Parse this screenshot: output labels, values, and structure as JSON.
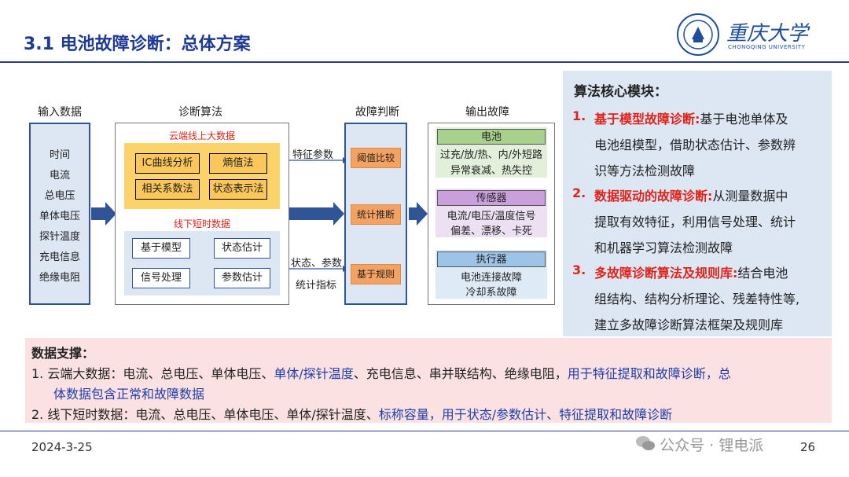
{
  "title": "3.1 电池故障诊断：总体方案",
  "logo_text": "重庆大学",
  "logo_sub": "CHONGQING UNIVERSITY",
  "flow": {
    "input_label": "输入数据",
    "algo_label": "诊断算法",
    "judge_label": "故障判断",
    "output_label": "输出故障",
    "inputs": [
      "时间",
      "电流",
      "总电压",
      "单体电压",
      "探针温度",
      "充电信息",
      "绝缘电阻"
    ],
    "cloud_title": "云端线上大数据",
    "cloud_methods": [
      "IC曲线分析",
      "熵值法",
      "相关系数法",
      "状态表示法"
    ],
    "offline_title": "线下短时数据",
    "offline_left": [
      "基于模型",
      "信号处理"
    ],
    "offline_right": [
      "状态估计",
      "参数估计"
    ],
    "arrow_feature": "特征参数",
    "arrow_state1": "状态、参数",
    "arrow_state2": "统计指标",
    "judges": [
      "阈值比较",
      "统计推断",
      "基于规则"
    ],
    "outputs": [
      {
        "head": "电池",
        "lines": [
          "过充/放/热、内/外短路",
          "异常衰减、热失控"
        ],
        "color": "#a9d18e"
      },
      {
        "head": "传感器",
        "lines": [
          "电流/电压/温度信号",
          "偏差、漂移、卡死"
        ],
        "color": "#c9a0dc"
      },
      {
        "head": "执行器",
        "lines": [
          "电池连接故障",
          "冷却系故障"
        ],
        "color": "#9dc3e6"
      }
    ]
  },
  "algo": {
    "heading": "算法核心模块：",
    "items": [
      {
        "num": "1.",
        "key": "基于模型故障诊断:",
        "line1": "基于电池单体及",
        "line2": "电池组模型，借助状态估计、参数辨",
        "line3": "识等方法检测故障"
      },
      {
        "num": "2.",
        "key": "数据驱动的故障诊断:",
        "line1": "从测量数据中",
        "line2": "提取有效特征，利用信号处理、统计",
        "line3": "和机器学习算法检测故障"
      },
      {
        "num": "3.",
        "key": "多故障诊断算法及规则库:",
        "line1": "结合电池",
        "line2": "组结构、结构分析理论、残差特性等,",
        "line3": "建立多故障诊断算法框架及规则库"
      }
    ]
  },
  "support": {
    "heading": "数据支撑：",
    "l1_a": "1.   云端大数据：电流、总电压、单体电压、",
    "l1_b": "单体/探针温度",
    "l1_c": "、充电信息、串并联结构、绝缘电阻，",
    "l1_d": "用于特征提取和故障诊断，总",
    "l1_e": "体数据包含正常和故障数据",
    "l2_a": "2.   线下短时数据：电流、总电压、单体电压、单体/探针温度、",
    "l2_b": "标称容量，用于状态/参数估计、特征提取和故障诊断"
  },
  "footer": {
    "date": "2024-3-25",
    "watermark": "公众号 · 锂电派",
    "page": "26"
  }
}
